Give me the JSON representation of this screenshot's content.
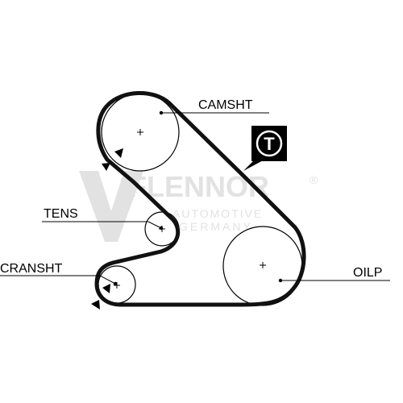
{
  "labels": {
    "camshaft": "CAMSHT",
    "tensioner": "TENS",
    "crankshaft": "CRANSHT",
    "oil_pump": "OILP"
  },
  "badge": {
    "letter": "T"
  },
  "watermark": {
    "brand": "FLENNOR",
    "line1": "AUTOMOTIVE",
    "line2": "GERMANY",
    "registered": "®"
  },
  "colors": {
    "ink": "#000000",
    "belt": "#111111",
    "watermark": "#e2e2e2"
  }
}
